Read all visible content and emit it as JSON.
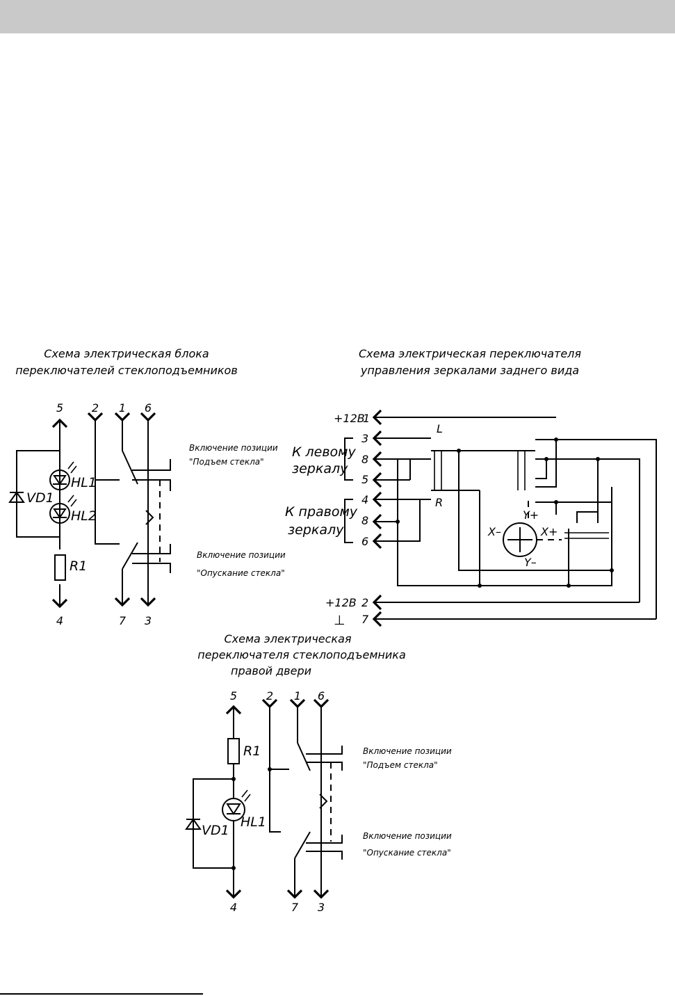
{
  "colors": {
    "top_bar": "#c9c9c9",
    "ink": "#000000",
    "paper": "#ffffff"
  },
  "diagram1": {
    "title_line1": "Схема электрическая блока",
    "title_line2": "переключателей   стеклоподъемников",
    "pins_top": [
      "5",
      "2",
      "1",
      "6"
    ],
    "pins_bottom": [
      "4",
      "7",
      "3"
    ],
    "components": {
      "diode": "VD1",
      "led1": "HL1",
      "led2": "HL2",
      "resistor": "R1"
    },
    "note_up_line1": "Включение позиции",
    "note_up_line2": "\"Подъем стекла\"",
    "note_down_line1": "Включение позиции",
    "note_down_line2": "\"Опускание стекла\""
  },
  "diagram2": {
    "title_line1": "Схема электрическая переключателя",
    "title_line2": "управления зеркалами заднего вида",
    "supply_top": "+12В",
    "pin_1": "1",
    "left_mirror_line1": "К левому",
    "left_mirror_line2": "зеркалу",
    "left_pins": [
      "3",
      "8",
      "5"
    ],
    "right_mirror_line1": "К правому",
    "right_mirror_line2": "зеркалу",
    "right_pins": [
      "4",
      "8",
      "6"
    ],
    "switch_L": "L",
    "switch_R": "R",
    "axis_labels": {
      "x_minus": "X–",
      "x_plus": "X+",
      "y_plus": "Y+",
      "y_minus": "Y–"
    },
    "supply_bottom": "+12В",
    "pin_2": "2",
    "ground_symbol": "⊥",
    "pin_7": "7"
  },
  "diagram3": {
    "title_line1": "Схема электрическая",
    "title_line2": "переключателя стеклоподъемника",
    "title_line3": "правой двери",
    "pins_top": [
      "5",
      "2",
      "1",
      "6"
    ],
    "pins_bottom": [
      "4",
      "7",
      "3"
    ],
    "components": {
      "resistor": "R1",
      "diode": "VD1",
      "led": "HL1"
    },
    "note_up_line1": "Включение позиции",
    "note_up_line2": "\"Подъем стекла\"",
    "note_down_line1": "Включение позиции",
    "note_down_line2": "\"Опускание стекла\""
  }
}
